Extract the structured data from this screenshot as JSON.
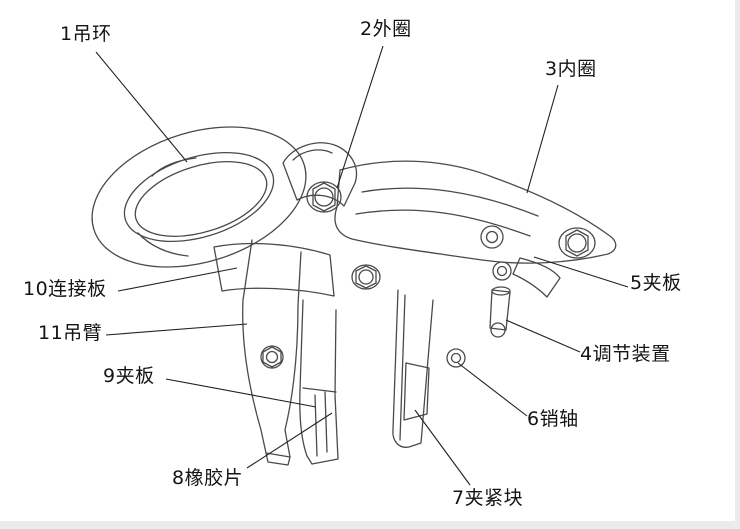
{
  "figure": {
    "background": "#ffffff",
    "line_color": "#4a4a4a",
    "leader_color": "#222222"
  },
  "labels": [
    {
      "text": "1吊环"
    },
    {
      "text": "2外圈"
    },
    {
      "text": "3内圈"
    },
    {
      "text": "4调节装置"
    },
    {
      "text": "5夹板"
    },
    {
      "text": "6销轴"
    },
    {
      "text": "7夹紧块"
    },
    {
      "text": "8橡胶片"
    },
    {
      "text": "9夹板"
    },
    {
      "text": "10连接板"
    },
    {
      "text": "11吊臂"
    }
  ]
}
